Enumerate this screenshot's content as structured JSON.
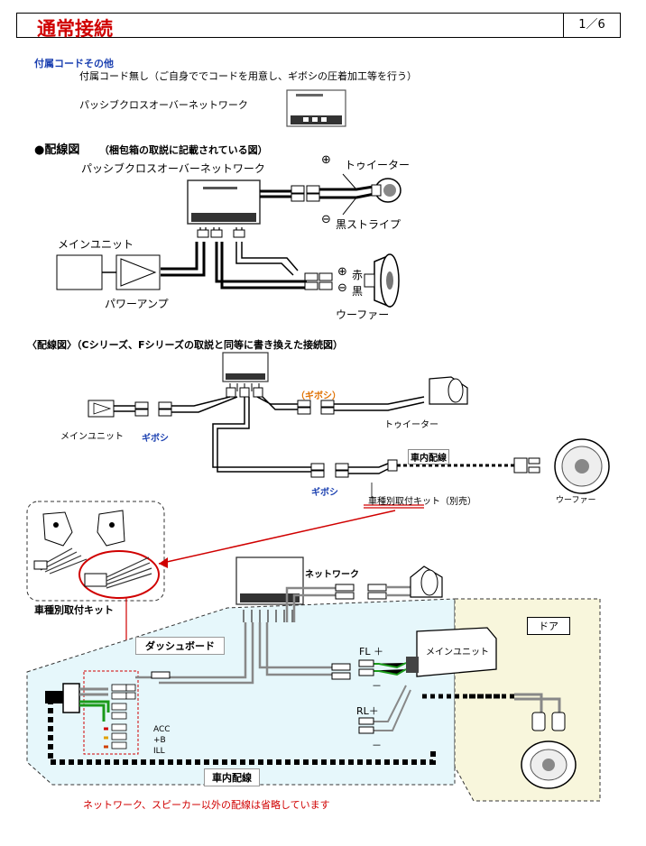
{
  "header": {
    "title": "通常接続",
    "page": "1／6"
  },
  "accessory": {
    "heading": "付属コードその他",
    "note": "付属コード無し（ご自身ででコードを用意し、ギボシの圧着加工等を行う）",
    "product_label": "パッシブクロスオーバーネットワーク"
  },
  "diagram1": {
    "heading": "●配線図",
    "heading_note": "（梱包箱の取説に記載されている図）",
    "network_label": "パッシブクロスオーバーネットワーク",
    "main_unit": "メインユニット",
    "power_amp": "パワーアンプ",
    "plus_symbol": "⊕",
    "minus_symbol": "⊖",
    "tweeter": "トゥイーター",
    "black_stripe": "黒ストライプ",
    "red": "赤",
    "black": "黒",
    "woofer": "ウーファー"
  },
  "diagram2": {
    "heading": "〈配線図〉（Cシリーズ、Fシリーズの取説と同等に書き換えた接続図）",
    "main_unit": "メインユニット",
    "giboshi": "ギボシ",
    "giboshi_paren": "（ギボシ）",
    "tweeter": "トゥイーター",
    "in_car_wiring": "車内配線",
    "vehicle_kit": "車種別取付キット（別売）",
    "woofer": "ウーファー"
  },
  "diagram3": {
    "kit_label": "車種別取付キット",
    "network": "ネットワーク",
    "dashboard": "ダッシュボード",
    "door": "ドア",
    "main_unit": "メインユニット",
    "fl": "FL ＋",
    "rl": "RL＋",
    "minus": "－",
    "acc": "ACC",
    "b": "+B",
    "ill": "ILL",
    "in_car_wiring": "車内配線",
    "footnote": "ネットワーク、スピーカー以外の配線は省略しています"
  },
  "colors": {
    "title_red": "#d00000",
    "heading_blue": "#1a3fb0",
    "dash_fill": "#e6f7fb",
    "door_fill": "#f8f6dc",
    "kit_border": "#d00000"
  }
}
